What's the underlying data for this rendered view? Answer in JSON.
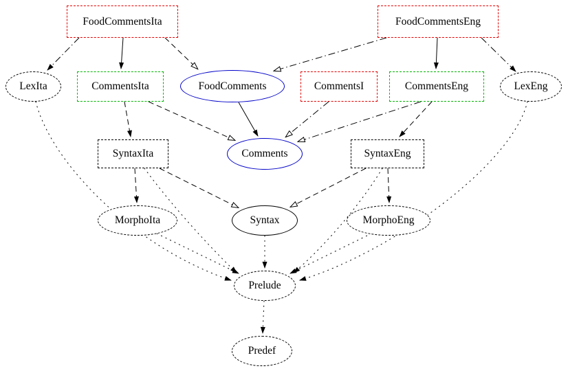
{
  "diagram": {
    "type": "module-dependency-graph",
    "colors": {
      "red": "#e10000",
      "green": "#00b400",
      "blue": "#0000c8",
      "black": "#000000",
      "background": "#ffffff"
    },
    "nodes": [
      {
        "id": "FoodCommentsIta",
        "label": "FoodCommentsIta",
        "shape": "box",
        "border": "dashed",
        "color": "#e10000"
      },
      {
        "id": "FoodCommentsEng",
        "label": "FoodCommentsEng",
        "shape": "box",
        "border": "dashed",
        "color": "#e10000"
      },
      {
        "id": "LexIta",
        "label": "LexIta",
        "shape": "ellipse",
        "border": "dashed",
        "color": "#000000"
      },
      {
        "id": "CommentsIta",
        "label": "CommentsIta",
        "shape": "box",
        "border": "dashed",
        "color": "#00b400"
      },
      {
        "id": "FoodComments",
        "label": "FoodComments",
        "shape": "ellipse",
        "border": "solid",
        "color": "#0000c8"
      },
      {
        "id": "CommentsI",
        "label": "CommentsI",
        "shape": "box",
        "border": "dashed",
        "color": "#e10000"
      },
      {
        "id": "CommentsEng",
        "label": "CommentsEng",
        "shape": "box",
        "border": "dashed",
        "color": "#00b400"
      },
      {
        "id": "LexEng",
        "label": "LexEng",
        "shape": "ellipse",
        "border": "dashed",
        "color": "#000000"
      },
      {
        "id": "SyntaxIta",
        "label": "SyntaxIta",
        "shape": "box",
        "border": "dashed",
        "color": "#000000"
      },
      {
        "id": "Comments",
        "label": "Comments",
        "shape": "ellipse",
        "border": "solid",
        "color": "#0000c8"
      },
      {
        "id": "SyntaxEng",
        "label": "SyntaxEng",
        "shape": "box",
        "border": "dashed",
        "color": "#000000"
      },
      {
        "id": "MorphoIta",
        "label": "MorphoIta",
        "shape": "ellipse",
        "border": "dashed",
        "color": "#000000"
      },
      {
        "id": "Syntax",
        "label": "Syntax",
        "shape": "ellipse",
        "border": "solid",
        "color": "#000000"
      },
      {
        "id": "MorphoEng",
        "label": "MorphoEng",
        "shape": "ellipse",
        "border": "dashed",
        "color": "#000000"
      },
      {
        "id": "Prelude",
        "label": "Prelude",
        "shape": "ellipse",
        "border": "dashed",
        "color": "#000000"
      },
      {
        "id": "Predef",
        "label": "Predef",
        "shape": "ellipse",
        "border": "dashed",
        "color": "#000000"
      }
    ],
    "edges": [
      {
        "from": "FoodCommentsIta",
        "to": "CommentsIta",
        "style": "solid",
        "arrow": "filled"
      },
      {
        "from": "FoodCommentsIta",
        "to": "FoodComments",
        "style": "dashed",
        "arrow": "open"
      },
      {
        "from": "FoodCommentsIta",
        "to": "LexIta",
        "style": "dashdot",
        "arrow": "filled"
      },
      {
        "from": "FoodCommentsEng",
        "to": "CommentsEng",
        "style": "solid",
        "arrow": "filled"
      },
      {
        "from": "FoodCommentsEng",
        "to": "FoodComments",
        "style": "dashdot",
        "arrow": "open"
      },
      {
        "from": "FoodCommentsEng",
        "to": "LexEng",
        "style": "dashdot",
        "arrow": "filled"
      },
      {
        "from": "FoodComments",
        "to": "Comments",
        "style": "solid",
        "arrow": "filled"
      },
      {
        "from": "CommentsIta",
        "to": "Comments",
        "style": "dashed",
        "arrow": "open"
      },
      {
        "from": "CommentsIta",
        "to": "SyntaxIta",
        "style": "dashed",
        "arrow": "filled"
      },
      {
        "from": "CommentsI",
        "to": "Comments",
        "style": "dashdot",
        "arrow": "open"
      },
      {
        "from": "CommentsEng",
        "to": "Comments",
        "style": "dashdot",
        "arrow": "open"
      },
      {
        "from": "CommentsEng",
        "to": "SyntaxEng",
        "style": "dashed",
        "arrow": "filled"
      },
      {
        "from": "SyntaxIta",
        "to": "Syntax",
        "style": "dashed",
        "arrow": "open"
      },
      {
        "from": "SyntaxIta",
        "to": "MorphoIta",
        "style": "dashed",
        "arrow": "filled"
      },
      {
        "from": "SyntaxIta",
        "to": "Prelude",
        "style": "dotted",
        "arrow": "filled"
      },
      {
        "from": "SyntaxEng",
        "to": "Syntax",
        "style": "dashed",
        "arrow": "open"
      },
      {
        "from": "SyntaxEng",
        "to": "MorphoEng",
        "style": "dashed",
        "arrow": "filled"
      },
      {
        "from": "SyntaxEng",
        "to": "Prelude",
        "style": "dotted",
        "arrow": "filled"
      },
      {
        "from": "LexIta",
        "to": "Prelude",
        "style": "dotted",
        "arrow": "filled"
      },
      {
        "from": "LexEng",
        "to": "Prelude",
        "style": "dotted",
        "arrow": "filled"
      },
      {
        "from": "MorphoIta",
        "to": "Prelude",
        "style": "dotted",
        "arrow": "filled"
      },
      {
        "from": "MorphoEng",
        "to": "Prelude",
        "style": "dotted",
        "arrow": "filled"
      },
      {
        "from": "Syntax",
        "to": "Prelude",
        "style": "dotted",
        "arrow": "filled"
      },
      {
        "from": "Prelude",
        "to": "Predef",
        "style": "dotted",
        "arrow": "filled"
      }
    ]
  }
}
